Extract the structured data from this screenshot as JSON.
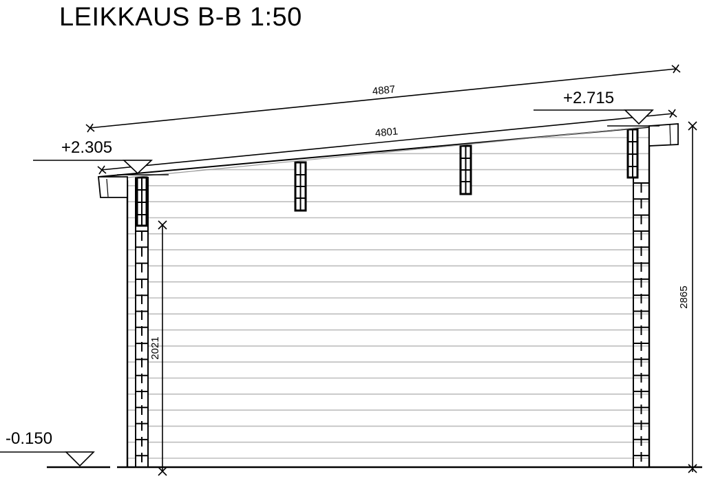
{
  "title": "LEIKKAUS B-B 1:50",
  "levels": {
    "ground": "-0.150",
    "eave_low": "+2.305",
    "eave_high": "+2.715"
  },
  "dimensions": {
    "roof_overall": "4887",
    "roof_inner": "4801",
    "wall_height": "2021",
    "total_height": "2865"
  }
}
